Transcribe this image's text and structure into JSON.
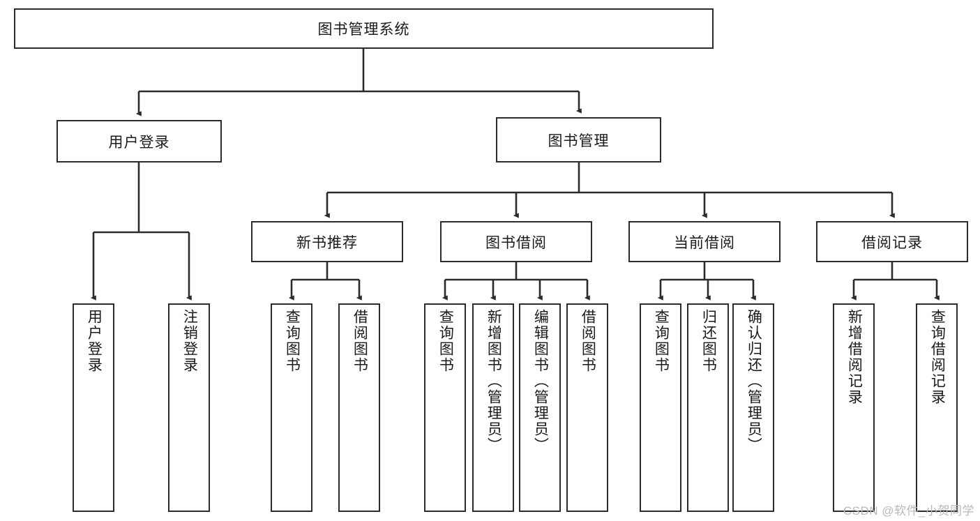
{
  "diagram": {
    "title": "图书管理系统",
    "type": "hierarchy-tree",
    "watermark": "CSDN @软件_小贺同学",
    "colors": {
      "border": "#2b2b2b",
      "background": "#ffffff",
      "text": "#1a1a1a",
      "watermark": "#b9b9b9"
    },
    "root": {
      "label": "图书管理系统"
    },
    "level2": [
      {
        "id": "user-login",
        "label": "用户登录"
      },
      {
        "id": "book-manage",
        "label": "图书管理"
      }
    ],
    "level3": [
      {
        "id": "new-book-recommend",
        "label": "新书推荐"
      },
      {
        "id": "book-borrow",
        "label": "图书借阅"
      },
      {
        "id": "current-borrow",
        "label": "当前借阅"
      },
      {
        "id": "borrow-record",
        "label": "借阅记录"
      }
    ],
    "leaves": {
      "user_login": [
        {
          "id": "leaf-user-login",
          "label": "用户登录"
        },
        {
          "id": "leaf-logout-login",
          "label": "注销登录"
        }
      ],
      "new_book_recommend": [
        {
          "id": "leaf-query-book-1",
          "label": "查询图书"
        },
        {
          "id": "leaf-borrow-book-1",
          "label": "借阅图书"
        }
      ],
      "book_borrow": [
        {
          "id": "leaf-query-book-2",
          "label": "查询图书"
        },
        {
          "id": "leaf-add-book",
          "label": "新增图书（管理员）"
        },
        {
          "id": "leaf-edit-book",
          "label": "编辑图书（管理员）"
        },
        {
          "id": "leaf-borrow-book-2",
          "label": "借阅图书"
        }
      ],
      "current_borrow": [
        {
          "id": "leaf-query-book-3",
          "label": "查询图书"
        },
        {
          "id": "leaf-return-book",
          "label": "归还图书"
        },
        {
          "id": "leaf-confirm-return",
          "label": "确认归还（管理员）"
        }
      ],
      "borrow_record": [
        {
          "id": "leaf-add-record",
          "label": "新增借阅记录"
        },
        {
          "id": "leaf-query-record",
          "label": "查询借阅记录"
        }
      ]
    }
  }
}
